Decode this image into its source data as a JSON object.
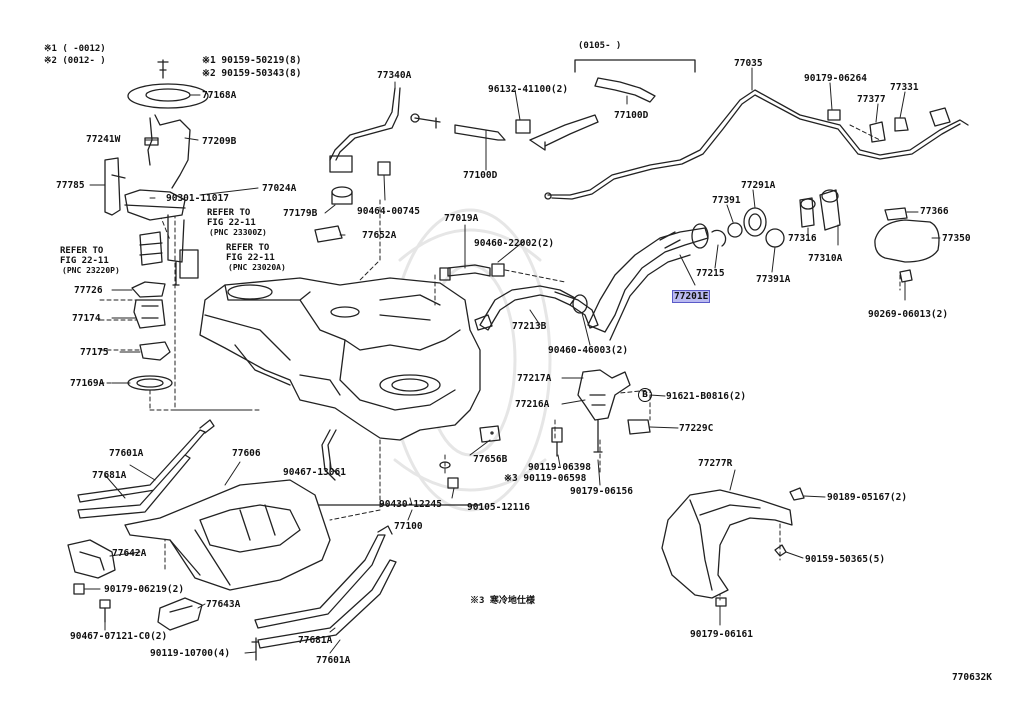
{
  "colors": {
    "line": "#222222",
    "highlight": "#b9b9f0",
    "highlight_border": "#5a5ac8",
    "watermark": "#e6e6e6"
  },
  "notes": {
    "n1": "※1 (     -0012)",
    "n2": "※2 (0012-     )",
    "bracket_top": "(0105-    )",
    "cold": "※3 寒冷地仕様",
    "refer1_a": "REFER TO",
    "refer1_b": "FIG 22-11",
    "refer1_c": "(PNC 23300Z)",
    "refer2_a": "REFER TO",
    "refer2_b": "FIG 22-11",
    "refer2_c": "(PNC 23220P)",
    "refer3_a": "REFER TO",
    "refer3_b": "FIG 22-11",
    "refer3_c": "(PNC 23020A)",
    "ref_b": "B"
  },
  "labels": {
    "p90159_50219": "※1 90159-50219(8)",
    "p90159_50343": "※2 90159-50343(8)",
    "p77168A": "77168A",
    "p77241W": "77241W",
    "p77209B": "77209B",
    "p77785": "77785",
    "p90301_11017": "90301-11017",
    "p77024A": "77024A",
    "p77726": "77726",
    "p77174": "77174",
    "p77175": "77175",
    "p77169A": "77169A",
    "p77340A": "77340A",
    "p96132_41100": "96132-41100(2)",
    "p77100D_a": "77100D",
    "p77100D_b": "77100D",
    "p77035": "77035",
    "p90179_06264": "90179-06264",
    "p77377": "77377",
    "p77331": "77331",
    "p77179B": "77179B",
    "p90464_00745": "90464-00745",
    "p77652A": "77652A",
    "p77019A": "77019A",
    "p90460_22002": "90460-22002(2)",
    "p77291A": "77291A",
    "p77391": "77391",
    "p77366": "77366",
    "p77316": "77316",
    "p77310A": "77310A",
    "p77350": "77350",
    "p77215": "77215",
    "p77391A": "77391A",
    "p77201E": "77201E",
    "p90269_06013": "90269-06013(2)",
    "p77213B": "77213B",
    "p90460_46003": "90460-46003(2)",
    "p77217A": "77217A",
    "p77216A": "77216A",
    "p91621_B0816": "91621-B0816(2)",
    "p77229C": "77229C",
    "p77601A_a": "77601A",
    "p77681A_a": "77681A",
    "p77606": "77606",
    "p90467_13061": "90467-13061",
    "p77656B": "77656B",
    "p90119_06398": "90119-06398",
    "p90119_06598": "※3 90119-06598",
    "p90179_06156": "90179-06156",
    "p90430_12245": "90430-12245",
    "p90105_12116": "90105-12116",
    "p77100": "77100",
    "p77642A": "77642A",
    "p90179_06219": "90179-06219(2)",
    "p77643A": "77643A",
    "p90467_07121": "90467-07121-C0(2)",
    "p90119_10700": "90119-10700(4)",
    "p77681A_b": "77681A",
    "p77601A_b": "77601A",
    "p77277R": "77277R",
    "p90189_05167": "90189-05167(2)",
    "p90159_50365": "90159-50365(5)",
    "p90179_06161": "90179-06161"
  },
  "diagram_id": "770632K"
}
